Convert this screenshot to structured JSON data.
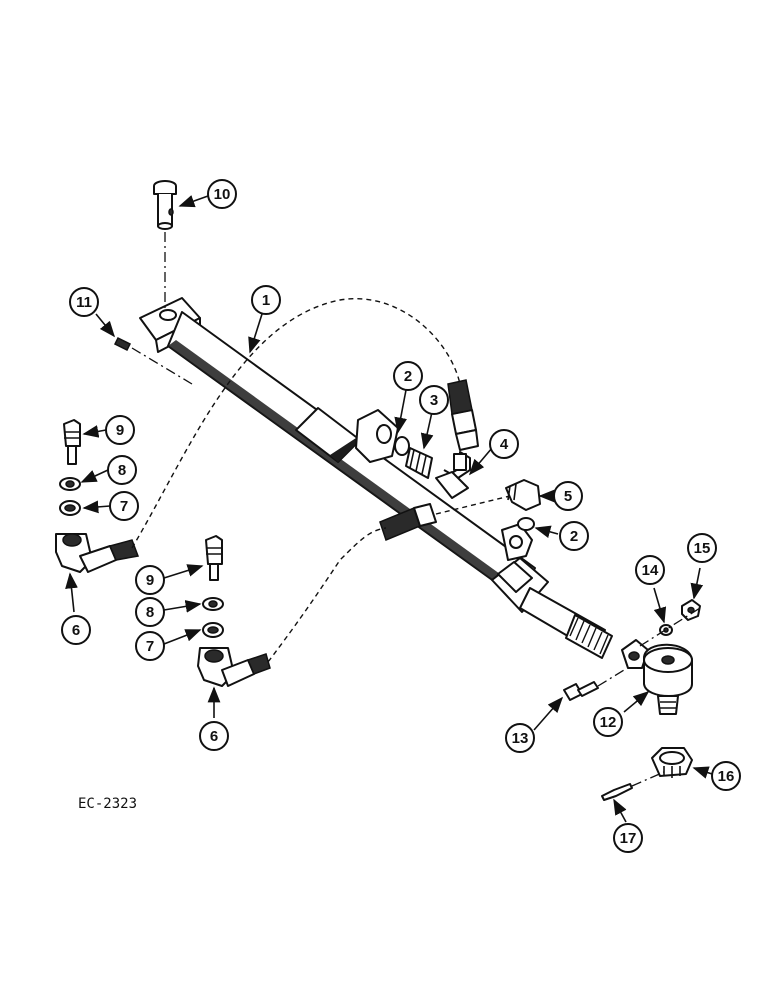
{
  "diagram": {
    "code": "EC-2323",
    "callouts": [
      "1",
      "2",
      "2",
      "3",
      "4",
      "5",
      "6",
      "6",
      "7",
      "7",
      "8",
      "8",
      "9",
      "9",
      "10",
      "11",
      "12",
      "13",
      "14",
      "15",
      "16",
      "17"
    ]
  }
}
